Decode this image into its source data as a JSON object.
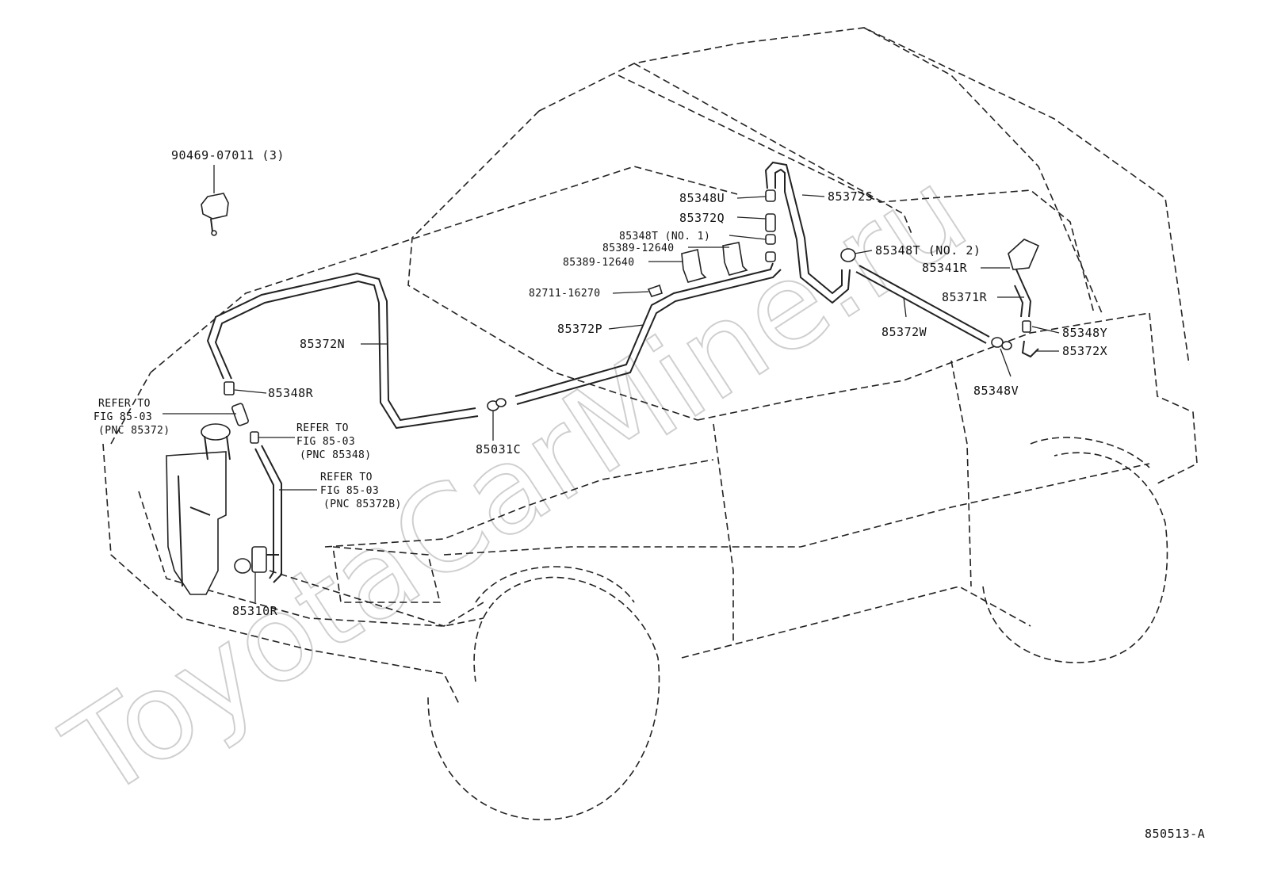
{
  "watermark": "ToyotaCarMine.ru",
  "figure_id": "850513-A",
  "labels": {
    "clip": "90469-07011 (3)",
    "p85348U": "85348U",
    "p85372Q": "85372Q",
    "p85348T_no1": "85348T (NO. 1)",
    "p85389_a": "85389-12640",
    "p85389_b": "85389-12640",
    "p82711": "82711-16270",
    "p85372P": "85372P",
    "p85372N": "85372N",
    "p85372S": "85372S",
    "p85348T_no2": "85348T (NO. 2)",
    "p85341R": "85341R",
    "p85371R": "85371R",
    "p85372W": "85372W",
    "p85348Y": "85348Y",
    "p85372X": "85372X",
    "p85348V": "85348V",
    "p85348R": "85348R",
    "p85031C": "85031C",
    "p85310R": "85310R"
  },
  "refers": {
    "r1": [
      "REFER TO",
      "FIG 85-03",
      "(PNC 85372)"
    ],
    "r2": [
      "REFER TO",
      "FIG 85-03",
      "(PNC 85348)"
    ],
    "r3": [
      "REFER TO",
      "FIG 85-03",
      "(PNC 85372B)"
    ]
  }
}
